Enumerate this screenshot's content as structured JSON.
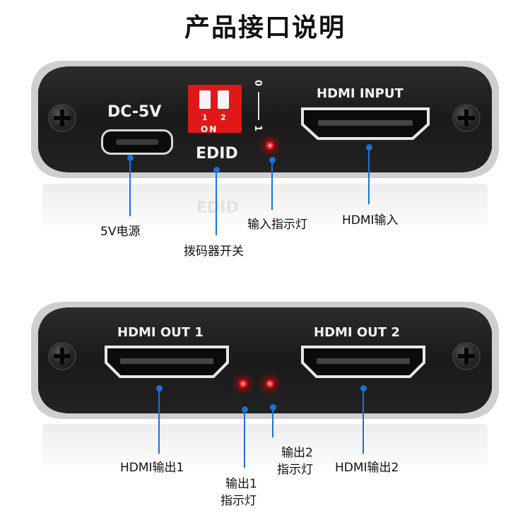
{
  "title": "产品接口说明",
  "top_panel": {
    "dc_label": "DC-5V",
    "edid_label": "EDID",
    "hdmi_input_label": "HDMI INPUT",
    "dip_numbers": [
      "1",
      "2"
    ],
    "dip_on": "ON",
    "dip_scale_top": "0",
    "dip_scale_bottom": "1",
    "callouts": {
      "power": "5V电源",
      "dip_switch": "拨码器开关",
      "input_led": "输入指示灯",
      "hdmi_in": "HDMI输入"
    },
    "reflection_text": "EDID"
  },
  "bottom_panel": {
    "hdmi_out1_label": "HDMI OUT 1",
    "hdmi_out2_label": "HDMI OUT 2",
    "led1_num": "1",
    "led2_num": "2",
    "callouts": {
      "hdmi_out1": "HDMI输出1",
      "out1_led_line1": "输出1",
      "out1_led_line2": "指示灯",
      "out2_led_line1": "输出2",
      "out2_led_line2": "指示灯",
      "hdmi_out2": "HDMI输出2"
    }
  },
  "colors": {
    "panel": "#1c1c1c",
    "panel_edge": "#b8b8b8",
    "accent_blue": "#1a72d8",
    "led_red": "#ff2020",
    "dip_red": "#e01818"
  },
  "icons": [
    "screw-icon",
    "hdmi-port-icon",
    "micro-usb-port-icon",
    "dip-switch-icon",
    "led-indicator-icon"
  ]
}
